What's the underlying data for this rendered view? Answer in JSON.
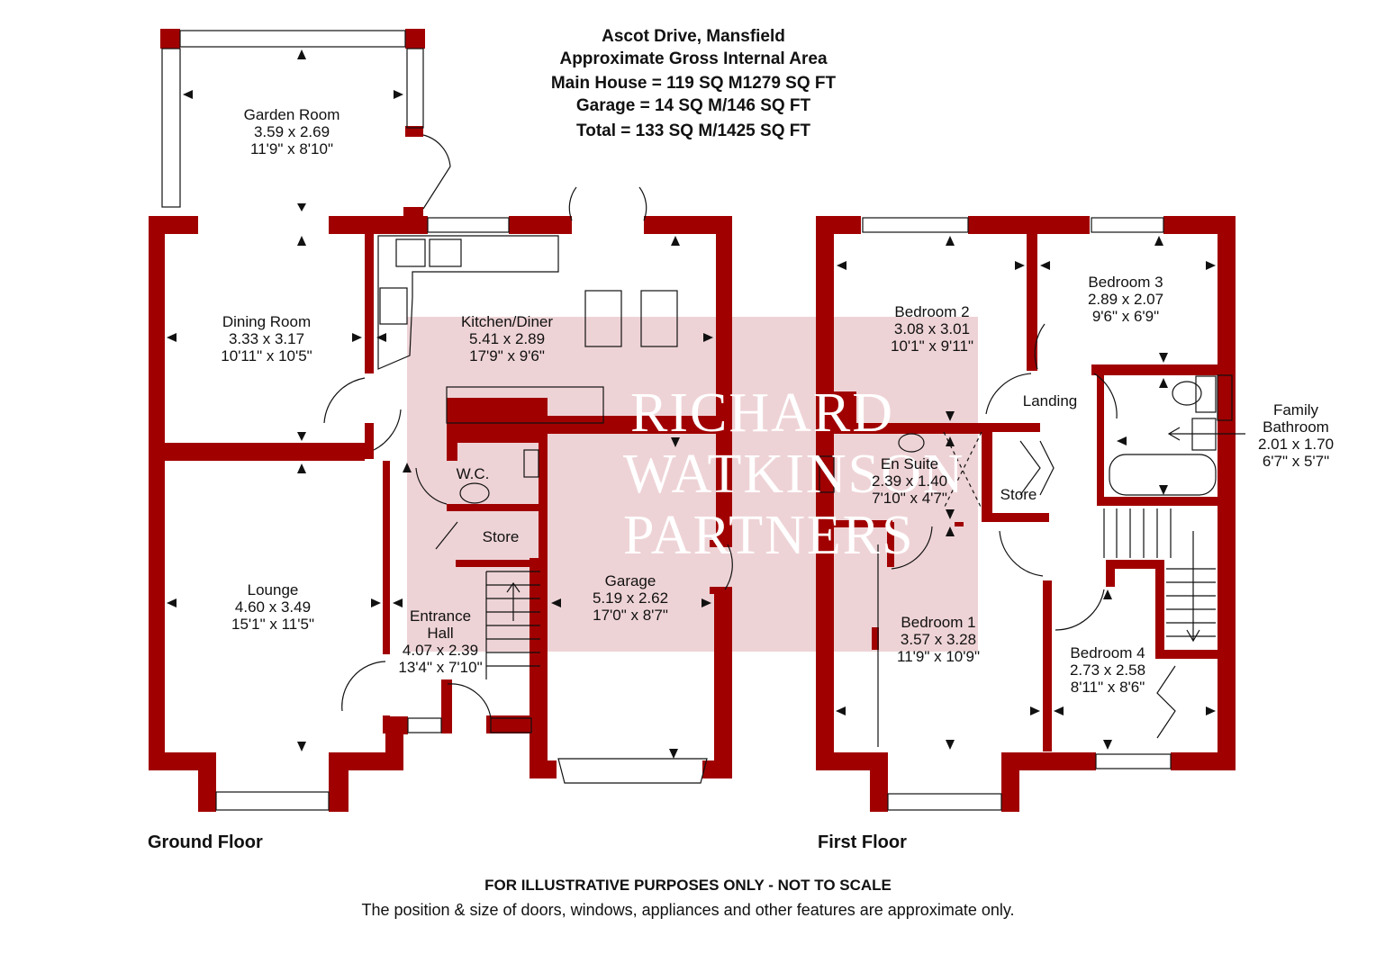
{
  "header": {
    "title": "Ascot Drive, Mansfield",
    "subtitle": "Approximate Gross Internal Area",
    "main_house": "Main House = 119 SQ M1279 SQ FT",
    "garage": "Garage = 14 SQ M/146 SQ FT",
    "total": "Total = 133 SQ M/1425 SQ FT"
  },
  "watermark": {
    "line1": "RICHARD",
    "line2": "WATKINSON",
    "line3": "PARTNERS"
  },
  "floors": {
    "ground": "Ground Floor",
    "first": "First Floor"
  },
  "ground_rooms": {
    "garden_room": {
      "name": "Garden Room",
      "metric": "3.59 x 2.69",
      "imperial": "11'9\" x 8'10\""
    },
    "dining_room": {
      "name": "Dining Room",
      "metric": "3.33 x 3.17",
      "imperial": "10'11\" x 10'5\""
    },
    "kitchen": {
      "name": "Kitchen/Diner",
      "metric": "5.41 x 2.89",
      "imperial": "17'9\" x 9'6\""
    },
    "wc": {
      "name": "W.C."
    },
    "store": {
      "name": "Store"
    },
    "lounge": {
      "name": "Lounge",
      "metric": "4.60 x 3.49",
      "imperial": "15'1\" x 11'5\""
    },
    "entrance_hall": {
      "name1": "Entrance",
      "name2": "Hall",
      "metric": "4.07 x 2.39",
      "imperial": "13'4\" x 7'10\""
    },
    "garage": {
      "name": "Garage",
      "metric": "5.19 x 2.62",
      "imperial": "17'0\" x 8'7\""
    }
  },
  "first_rooms": {
    "bedroom2": {
      "name": "Bedroom 2",
      "metric": "3.08 x 3.01",
      "imperial": "10'1\" x 9'11\""
    },
    "bedroom3": {
      "name": "Bedroom 3",
      "metric": "2.89 x 2.07",
      "imperial": "9'6\" x 6'9\""
    },
    "landing": {
      "name": "Landing"
    },
    "family_bathroom": {
      "name1": "Family",
      "name2": "Bathroom",
      "metric": "2.01 x 1.70",
      "imperial": "6'7\" x 5'7\""
    },
    "en_suite": {
      "name": "En Suite",
      "metric": "2.39 x 1.40",
      "imperial": "7'10\" x 4'7\""
    },
    "store": {
      "name": "Store"
    },
    "bedroom1": {
      "name": "Bedroom 1",
      "metric": "3.57 x 3.28",
      "imperial": "11'9\" x 10'9\""
    },
    "bedroom4": {
      "name": "Bedroom 4",
      "metric": "2.73 x 2.58",
      "imperial": "8'11\" x 8'6\""
    }
  },
  "disclaimer": {
    "line1": "FOR ILLUSTRATIVE PURPOSES ONLY - NOT TO SCALE",
    "line2": "The position & size of doors, windows, appliances and other features are approximate only."
  },
  "colors": {
    "wall": "#a10000",
    "watermark": "#d6969e"
  }
}
